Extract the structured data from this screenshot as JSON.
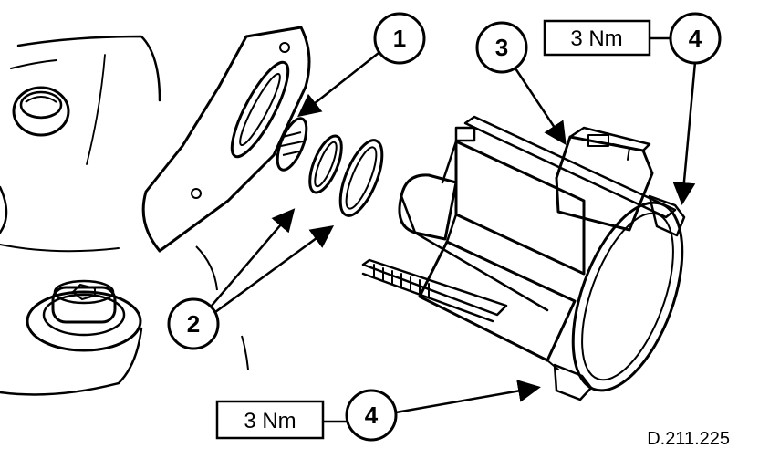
{
  "callouts": {
    "one": "1",
    "two": "2",
    "three": "3",
    "four_top": "4",
    "four_bottom": "4"
  },
  "torque": {
    "top": "3 Nm",
    "bottom": "3 Nm"
  },
  "reference_code": "D.211.225",
  "colors": {
    "ink": "#000000",
    "paper": "#ffffff"
  }
}
